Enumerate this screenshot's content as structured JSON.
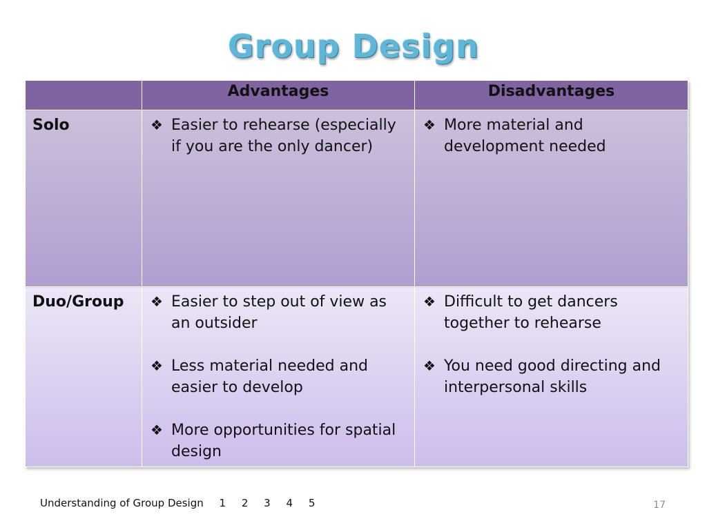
{
  "title": "Group Design",
  "table": {
    "headers": [
      "",
      "Advantages",
      "Disadvantages"
    ],
    "rows": [
      {
        "label": "Solo",
        "advantages": [
          "Easier to rehearse (especially if you are the only dancer)"
        ],
        "disadvantages": [
          "More material and development needed"
        ]
      },
      {
        "label": "Duo/Group",
        "advantages": [
          "Easier to step out of view as an outsider",
          "Less material needed and easier to develop",
          "More opportunities for spatial design"
        ],
        "disadvantages": [
          "Difficult to get dancers together to rehearse",
          "You need good directing and interpersonal skills"
        ]
      }
    ]
  },
  "bullet_glyph": "❖",
  "footer": {
    "text": "Understanding of Group Design",
    "links": [
      "1",
      "2",
      "3",
      "4",
      "5"
    ]
  },
  "page_number": "17",
  "colors": {
    "header": "#8064a2",
    "solo_row": "#b8a8d4",
    "group_row": "#ddd3f0",
    "title": "#5fb6d6"
  }
}
